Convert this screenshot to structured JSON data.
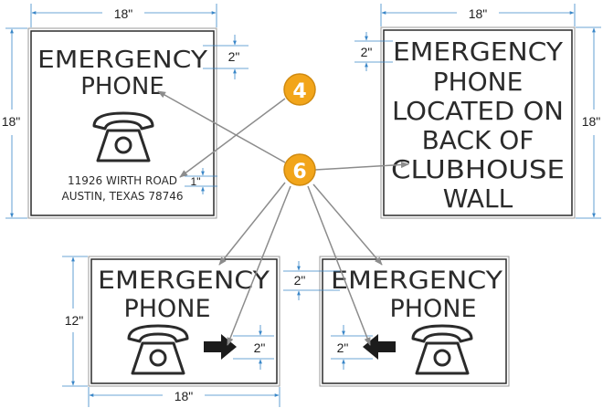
{
  "colors": {
    "border": "#2b2b2b",
    "dimension": "#3a87c8",
    "callout_fill": "#f2a51a",
    "callout_stroke": "#d08a10",
    "leader": "#8c8c8c",
    "arrow": "#1c1c1c"
  },
  "signs": [
    {
      "lines": [
        "EMERGENCY",
        "PHONE"
      ],
      "icon": "telephone-icon",
      "address": [
        "11926 WIRTH ROAD",
        "AUSTIN, TEXAS 78746"
      ],
      "width_label": "18\"",
      "height_label": "18\"",
      "margin_label": "2\"",
      "address_height_label": "1\""
    },
    {
      "lines": [
        "EMERGENCY",
        "PHONE",
        "LOCATED ON",
        "BACK OF",
        "CLUBHOUSE",
        "WALL"
      ],
      "width_label": "18\"",
      "height_label": "18\"",
      "margin_label": "2\""
    },
    {
      "lines": [
        "EMERGENCY",
        "PHONE"
      ],
      "icon": "telephone-icon",
      "arrow": "right-arrow-icon",
      "width_label": "18\"",
      "height_label": "12\"",
      "arrow_label": "2\""
    },
    {
      "lines": [
        "EMERGENCY",
        "PHONE"
      ],
      "icon": "telephone-icon",
      "arrow": "left-arrow-icon",
      "margin_label": "2\"",
      "arrow_label": "2\""
    }
  ],
  "callouts": [
    "4",
    "6"
  ]
}
